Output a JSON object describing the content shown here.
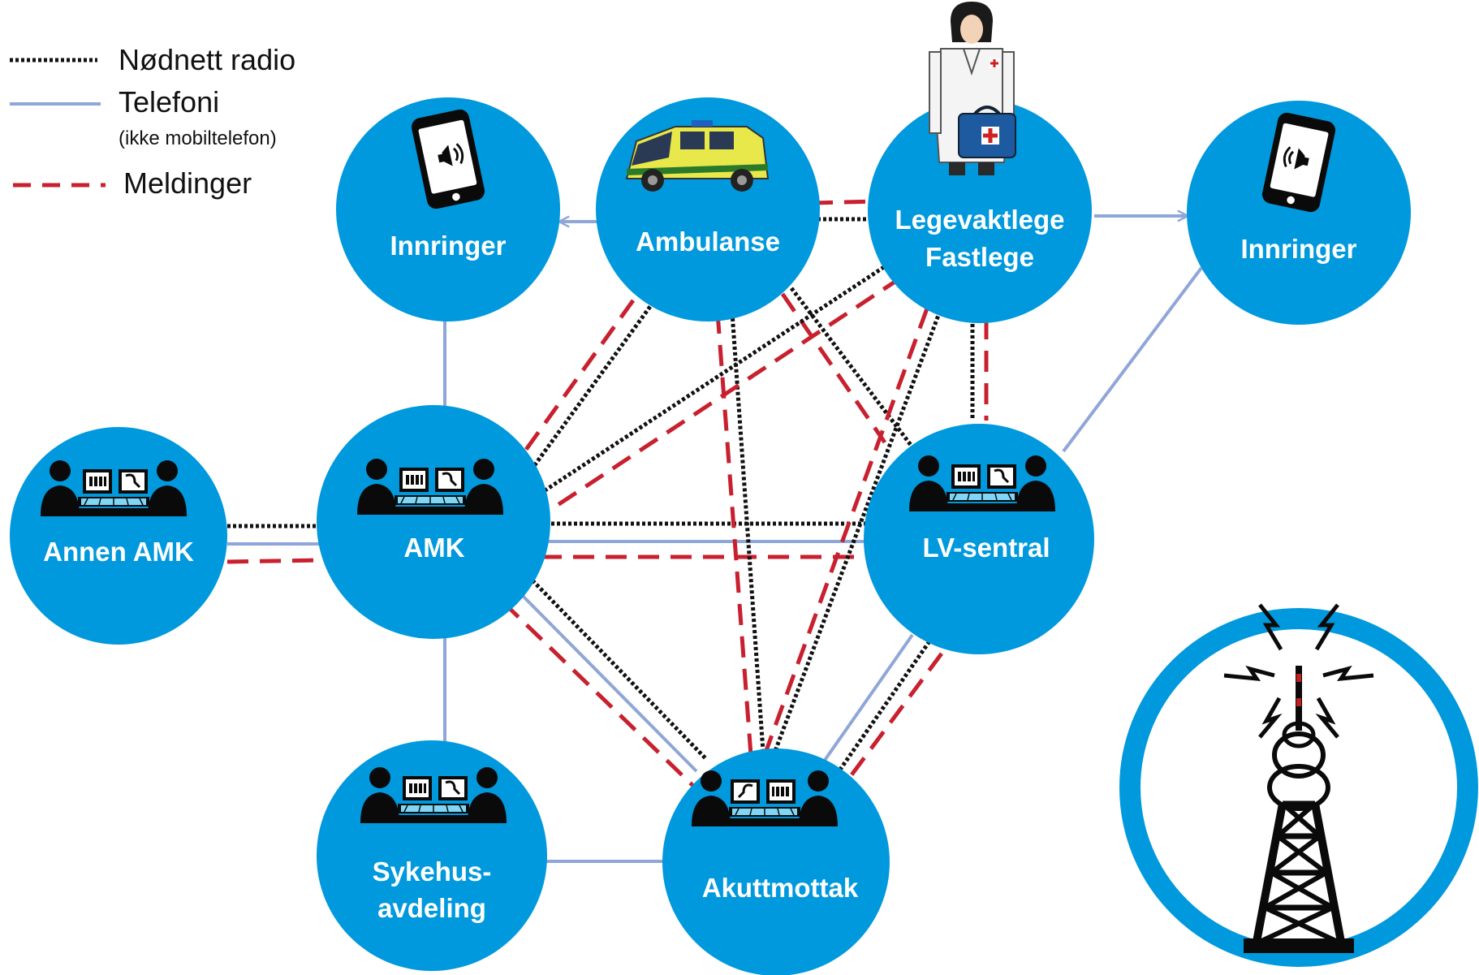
{
  "legend": {
    "radio_label": "Nødnett radio",
    "phone_label": "Telefoni",
    "phone_note": "(ikke mobiltelefon)",
    "messages_label": "Meldinger"
  },
  "nodes": {
    "innringer_left": {
      "label": "Innringer",
      "icon": "mobile-phone-speaker-icon"
    },
    "ambulanse": {
      "label": "Ambulanse",
      "icon": "ambulance-icon"
    },
    "legevakt": {
      "label_line1": "Legevaktlege",
      "label_line2": "Fastlege",
      "icon": "doctor-icon"
    },
    "innringer_right": {
      "label": "Innringer",
      "icon": "mobile-phone-speaker-icon"
    },
    "annen_amk": {
      "label": "Annen AMK",
      "icon": "dispatch-operators-icon"
    },
    "amk": {
      "label": "AMK",
      "icon": "dispatch-operators-icon"
    },
    "lv_sentral": {
      "label": "LV-sentral",
      "icon": "dispatch-operators-icon"
    },
    "sykehus": {
      "label_line1": "Sykehus-",
      "label_line2": "avdeling",
      "icon": "dispatch-operators-icon"
    },
    "akuttmottak": {
      "label": "Akuttmottak",
      "icon": "dispatch-operators-icon"
    },
    "radio_tower": {
      "icon": "radio-tower-icon"
    }
  },
  "connections": [
    {
      "from": "Ambulanse",
      "to": "Innringer",
      "types": [
        "telefoni"
      ],
      "arrow": true
    },
    {
      "from": "Legevaktlege Fastlege",
      "to": "Innringer",
      "types": [
        "telefoni"
      ],
      "arrow": true
    },
    {
      "from": "Ambulanse",
      "to": "Legevaktlege Fastlege",
      "types": [
        "radio",
        "meldinger"
      ]
    },
    {
      "from": "Innringer",
      "to": "AMK",
      "types": [
        "telefoni"
      ]
    },
    {
      "from": "Innringer",
      "to": "LV-sentral",
      "types": [
        "telefoni"
      ]
    },
    {
      "from": "Annen AMK",
      "to": "AMK",
      "types": [
        "radio",
        "telefoni",
        "meldinger"
      ]
    },
    {
      "from": "AMK",
      "to": "LV-sentral",
      "types": [
        "radio",
        "telefoni",
        "meldinger"
      ]
    },
    {
      "from": "AMK",
      "to": "Sykehus-avdeling",
      "types": [
        "telefoni"
      ]
    },
    {
      "from": "Sykehus-avdeling",
      "to": "Akuttmottak",
      "types": [
        "telefoni"
      ]
    },
    {
      "from": "AMK",
      "to": "Akuttmottak",
      "types": [
        "radio",
        "telefoni",
        "meldinger"
      ]
    },
    {
      "from": "LV-sentral",
      "to": "Akuttmottak",
      "types": [
        "radio",
        "telefoni",
        "meldinger"
      ]
    },
    {
      "from": "Ambulanse",
      "to": "AMK",
      "types": [
        "radio",
        "meldinger"
      ]
    },
    {
      "from": "Ambulanse",
      "to": "Akuttmottak",
      "types": [
        "radio",
        "meldinger"
      ]
    },
    {
      "from": "Ambulanse",
      "to": "LV-sentral",
      "types": [
        "radio",
        "meldinger"
      ]
    },
    {
      "from": "Legevaktlege Fastlege",
      "to": "AMK",
      "types": [
        "radio",
        "meldinger"
      ]
    },
    {
      "from": "Legevaktlege Fastlege",
      "to": "LV-sentral",
      "types": [
        "radio",
        "meldinger"
      ]
    },
    {
      "from": "Legevaktlege Fastlege",
      "to": "Akuttmottak",
      "types": [
        "radio",
        "meldinger"
      ]
    }
  ],
  "colors": {
    "node_fill": "#0099dd",
    "phone_line": "#8fa6d8",
    "message_line": "#c8202e",
    "radio_line": "#111111",
    "node_text": "#ffffff"
  }
}
